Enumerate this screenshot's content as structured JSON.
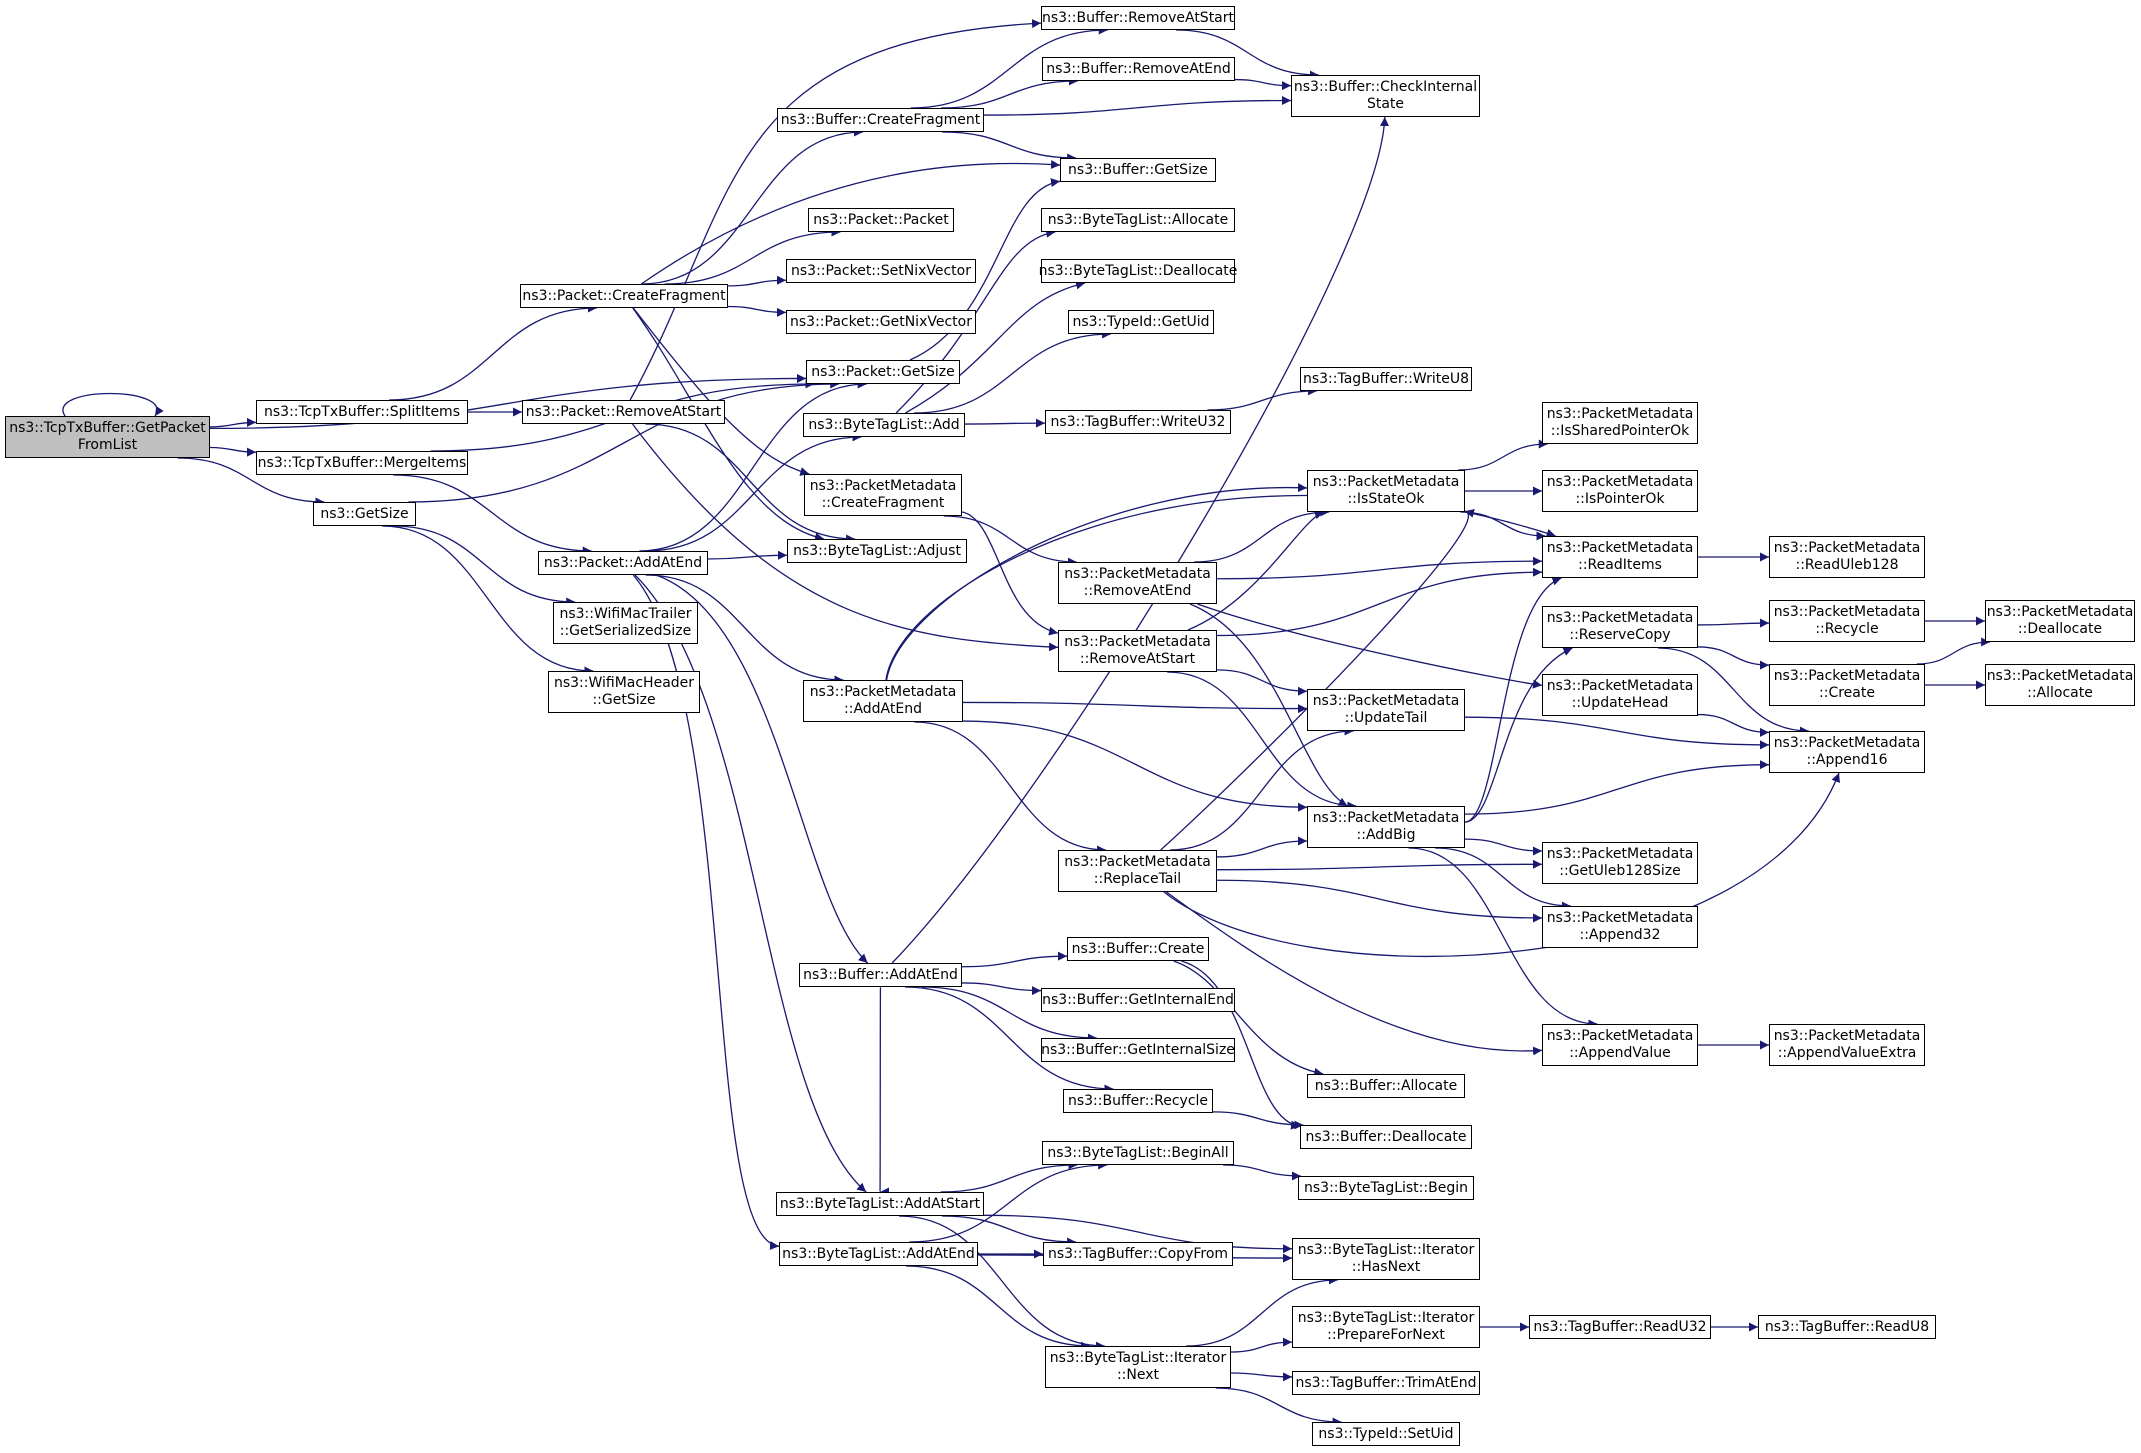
{
  "graph": {
    "edge_color": "#191970",
    "root_fill": "#bfbfbf",
    "nodes": [
      {
        "id": "getpacketfromlist",
        "lines": [
          "ns3::TcpTxBuffer::GetPacket",
          "FromList"
        ],
        "root": true
      },
      {
        "id": "splititems",
        "lines": [
          "ns3::TcpTxBuffer::SplitItems"
        ]
      },
      {
        "id": "mergeitems",
        "lines": [
          "ns3::TcpTxBuffer::MergeItems"
        ]
      },
      {
        "id": "getsize_ns3",
        "lines": [
          "ns3::GetSize"
        ]
      },
      {
        "id": "pkt_createfragment",
        "lines": [
          "ns3::Packet::CreateFragment"
        ]
      },
      {
        "id": "pkt_removeatstart",
        "lines": [
          "ns3::Packet::RemoveAtStart"
        ]
      },
      {
        "id": "pkt_addatend",
        "lines": [
          "ns3::Packet::AddAtEnd"
        ]
      },
      {
        "id": "wifimactrailer",
        "lines": [
          "ns3::WifiMacTrailer",
          "::GetSerializedSize"
        ]
      },
      {
        "id": "wifimacheader",
        "lines": [
          "ns3::WifiMacHeader",
          "::GetSize"
        ]
      },
      {
        "id": "buf_createfragment",
        "lines": [
          "ns3::Buffer::CreateFragment"
        ]
      },
      {
        "id": "pkt_packet",
        "lines": [
          "ns3::Packet::Packet"
        ]
      },
      {
        "id": "pkt_setnixvector",
        "lines": [
          "ns3::Packet::SetNixVector"
        ]
      },
      {
        "id": "pkt_getnixvector",
        "lines": [
          "ns3::Packet::GetNixVector"
        ]
      },
      {
        "id": "pkt_getsize",
        "lines": [
          "ns3::Packet::GetSize"
        ]
      },
      {
        "id": "btl_add",
        "lines": [
          "ns3::ByteTagList::Add"
        ]
      },
      {
        "id": "pm_createfragment",
        "lines": [
          "ns3::PacketMetadata",
          "::CreateFragment"
        ]
      },
      {
        "id": "btl_adjust",
        "lines": [
          "ns3::ByteTagList::Adjust"
        ]
      },
      {
        "id": "pm_addatend",
        "lines": [
          "ns3::PacketMetadata",
          "::AddAtEnd"
        ]
      },
      {
        "id": "buf_addatend",
        "lines": [
          "ns3::Buffer::AddAtEnd"
        ]
      },
      {
        "id": "btl_addatstart",
        "lines": [
          "ns3::ByteTagList::AddAtStart"
        ]
      },
      {
        "id": "btl_addatend",
        "lines": [
          "ns3::ByteTagList::AddAtEnd"
        ]
      },
      {
        "id": "buf_removeatstart",
        "lines": [
          "ns3::Buffer::RemoveAtStart"
        ]
      },
      {
        "id": "buf_removeatend",
        "lines": [
          "ns3::Buffer::RemoveAtEnd"
        ]
      },
      {
        "id": "buf_getsize",
        "lines": [
          "ns3::Buffer::GetSize"
        ]
      },
      {
        "id": "btl_allocate",
        "lines": [
          "ns3::ByteTagList::Allocate"
        ]
      },
      {
        "id": "btl_deallocate",
        "lines": [
          "ns3::ByteTagList::Deallocate"
        ]
      },
      {
        "id": "typeid_getuid",
        "lines": [
          "ns3::TypeId::GetUid"
        ]
      },
      {
        "id": "tb_writeu32",
        "lines": [
          "ns3::TagBuffer::WriteU32"
        ]
      },
      {
        "id": "pm_removeatend",
        "lines": [
          "ns3::PacketMetadata",
          "::RemoveAtEnd"
        ]
      },
      {
        "id": "pm_removeatstart",
        "lines": [
          "ns3::PacketMetadata",
          "::RemoveAtStart"
        ]
      },
      {
        "id": "pm_replacetail",
        "lines": [
          "ns3::PacketMetadata",
          "::ReplaceTail"
        ]
      },
      {
        "id": "buf_create",
        "lines": [
          "ns3::Buffer::Create"
        ]
      },
      {
        "id": "buf_getinternalend",
        "lines": [
          "ns3::Buffer::GetInternalEnd"
        ]
      },
      {
        "id": "buf_getinternalsize",
        "lines": [
          "ns3::Buffer::GetInternalSize"
        ]
      },
      {
        "id": "buf_recycle",
        "lines": [
          "ns3::Buffer::Recycle"
        ]
      },
      {
        "id": "btl_beginall",
        "lines": [
          "ns3::ByteTagList::BeginAll"
        ]
      },
      {
        "id": "tb_copyfrom",
        "lines": [
          "ns3::TagBuffer::CopyFrom"
        ]
      },
      {
        "id": "btl_it_next",
        "lines": [
          "ns3::ByteTagList::Iterator",
          "::Next"
        ]
      },
      {
        "id": "buf_checkinternalstate",
        "lines": [
          "ns3::Buffer::CheckInternal",
          "State"
        ]
      },
      {
        "id": "tb_writeu8",
        "lines": [
          "ns3::TagBuffer::WriteU8"
        ]
      },
      {
        "id": "pm_isstateok",
        "lines": [
          "ns3::PacketMetadata",
          "::IsStateOk"
        ]
      },
      {
        "id": "pm_updatetail",
        "lines": [
          "ns3::PacketMetadata",
          "::UpdateTail"
        ]
      },
      {
        "id": "pm_addbig",
        "lines": [
          "ns3::PacketMetadata",
          "::AddBig"
        ]
      },
      {
        "id": "buf_allocate",
        "lines": [
          "ns3::Buffer::Allocate"
        ]
      },
      {
        "id": "buf_deallocate",
        "lines": [
          "ns3::Buffer::Deallocate"
        ]
      },
      {
        "id": "btl_begin",
        "lines": [
          "ns3::ByteTagList::Begin"
        ]
      },
      {
        "id": "btl_it_hasnext",
        "lines": [
          "ns3::ByteTagList::Iterator",
          "::HasNext"
        ]
      },
      {
        "id": "btl_it_preparefornext",
        "lines": [
          "ns3::ByteTagList::Iterator",
          "::PrepareForNext"
        ]
      },
      {
        "id": "tb_trimatend",
        "lines": [
          "ns3::TagBuffer::TrimAtEnd"
        ]
      },
      {
        "id": "typeid_setuid",
        "lines": [
          "ns3::TypeId::SetUid"
        ]
      },
      {
        "id": "pm_issharedpointerok",
        "lines": [
          "ns3::PacketMetadata",
          "::IsSharedPointerOk"
        ]
      },
      {
        "id": "pm_ispointerok",
        "lines": [
          "ns3::PacketMetadata",
          "::IsPointerOk"
        ]
      },
      {
        "id": "pm_readitems",
        "lines": [
          "ns3::PacketMetadata",
          "::ReadItems"
        ]
      },
      {
        "id": "pm_reservecopy",
        "lines": [
          "ns3::PacketMetadata",
          "::ReserveCopy"
        ]
      },
      {
        "id": "pm_updatehead",
        "lines": [
          "ns3::PacketMetadata",
          "::UpdateHead"
        ]
      },
      {
        "id": "pm_getuleb128size",
        "lines": [
          "ns3::PacketMetadata",
          "::GetUleb128Size"
        ]
      },
      {
        "id": "pm_append32",
        "lines": [
          "ns3::PacketMetadata",
          "::Append32"
        ]
      },
      {
        "id": "pm_appendvalue",
        "lines": [
          "ns3::PacketMetadata",
          "::AppendValue"
        ]
      },
      {
        "id": "tb_readu32",
        "lines": [
          "ns3::TagBuffer::ReadU32"
        ]
      },
      {
        "id": "pm_readuleb128",
        "lines": [
          "ns3::PacketMetadata",
          "::ReadUleb128"
        ]
      },
      {
        "id": "pm_recycle",
        "lines": [
          "ns3::PacketMetadata",
          "::Recycle"
        ]
      },
      {
        "id": "pm_create",
        "lines": [
          "ns3::PacketMetadata",
          "::Create"
        ]
      },
      {
        "id": "pm_append16",
        "lines": [
          "ns3::PacketMetadata",
          "::Append16"
        ]
      },
      {
        "id": "pm_appendvalueextra",
        "lines": [
          "ns3::PacketMetadata",
          "::AppendValueExtra"
        ]
      },
      {
        "id": "tb_readu8",
        "lines": [
          "ns3::TagBuffer::ReadU8"
        ]
      },
      {
        "id": "pm_deallocate",
        "lines": [
          "ns3::PacketMetadata",
          "::Deallocate"
        ]
      },
      {
        "id": "pm_allocate",
        "lines": [
          "ns3::PacketMetadata",
          "::Allocate"
        ]
      }
    ]
  }
}
